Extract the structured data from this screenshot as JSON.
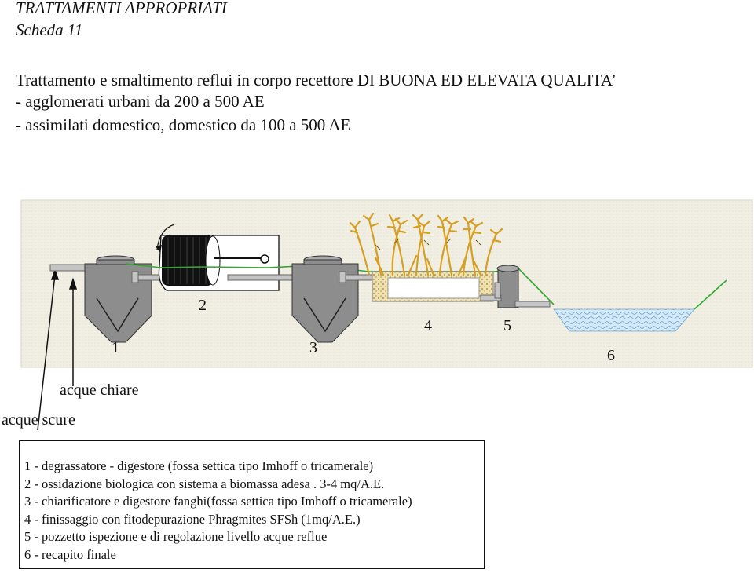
{
  "header": {
    "line1": "TRATTAMENTI APPROPRIATI",
    "line2": "Scheda 11"
  },
  "intro": {
    "title": "Trattamento e smaltimento reflui in corpo recettore DI BUONA ED ELEVATA QUALITA’",
    "bullet1": "- agglomerati urbani da 200 a 500 AE",
    "bullet2": "- assimilati domestico,  domestico da 100 a 500 AE"
  },
  "diagram": {
    "labels": {
      "n1": "1",
      "n2": "2",
      "n3": "3",
      "n4": "4",
      "n5": "5",
      "n6": "6",
      "acque_chiare": "acque chiare",
      "acque_scure": "acque scure"
    },
    "colors": {
      "ground": "#f0eee0",
      "tank": "#8c8c8c",
      "pipe": "#c0c0c0",
      "green_line": "#2fa82f",
      "gravel": "#e8d8a0",
      "water": "#bcd8ee",
      "reed": "#d9a22a"
    }
  },
  "legend": {
    "items": [
      "1 - degrassatore - digestore (fossa settica tipo Imhoff o tricamerale)",
      "2 - ossidazione biologica con sistema a biomassa adesa . 3-4 mq/A.E.",
      "3 - chiarificatore e digestore fanghi(fossa settica tipo Imhoff o tricamerale)",
      "4 - finissaggio con fitodepurazione Phragmites SFSh (1mq/A.E.)",
      "5 - pozzetto ispezione e di regolazione livello acque reflue",
      "6 - recapito finale"
    ]
  }
}
